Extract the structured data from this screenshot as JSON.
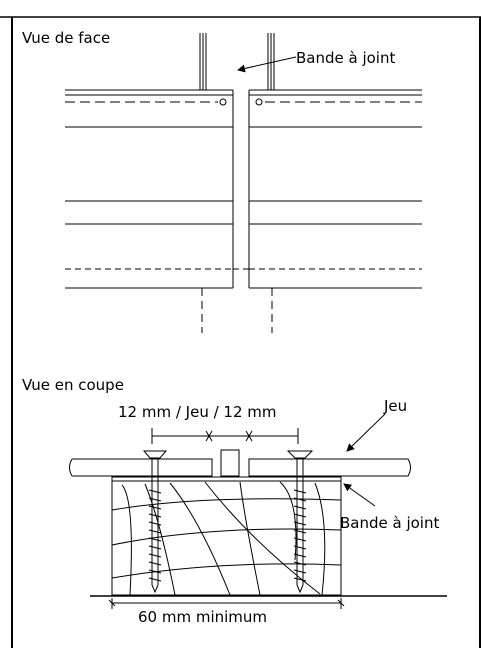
{
  "front_view": {
    "title": "Vue de face",
    "label_joint_strip": "Bande à joint"
  },
  "section_view": {
    "title": "Vue en coupe",
    "dimension_label": "12 mm / Jeu / 12 mm",
    "label_gap": "Jeu",
    "label_joint_strip": "Bande à joint",
    "label_minimum": "60 mm minimum"
  }
}
